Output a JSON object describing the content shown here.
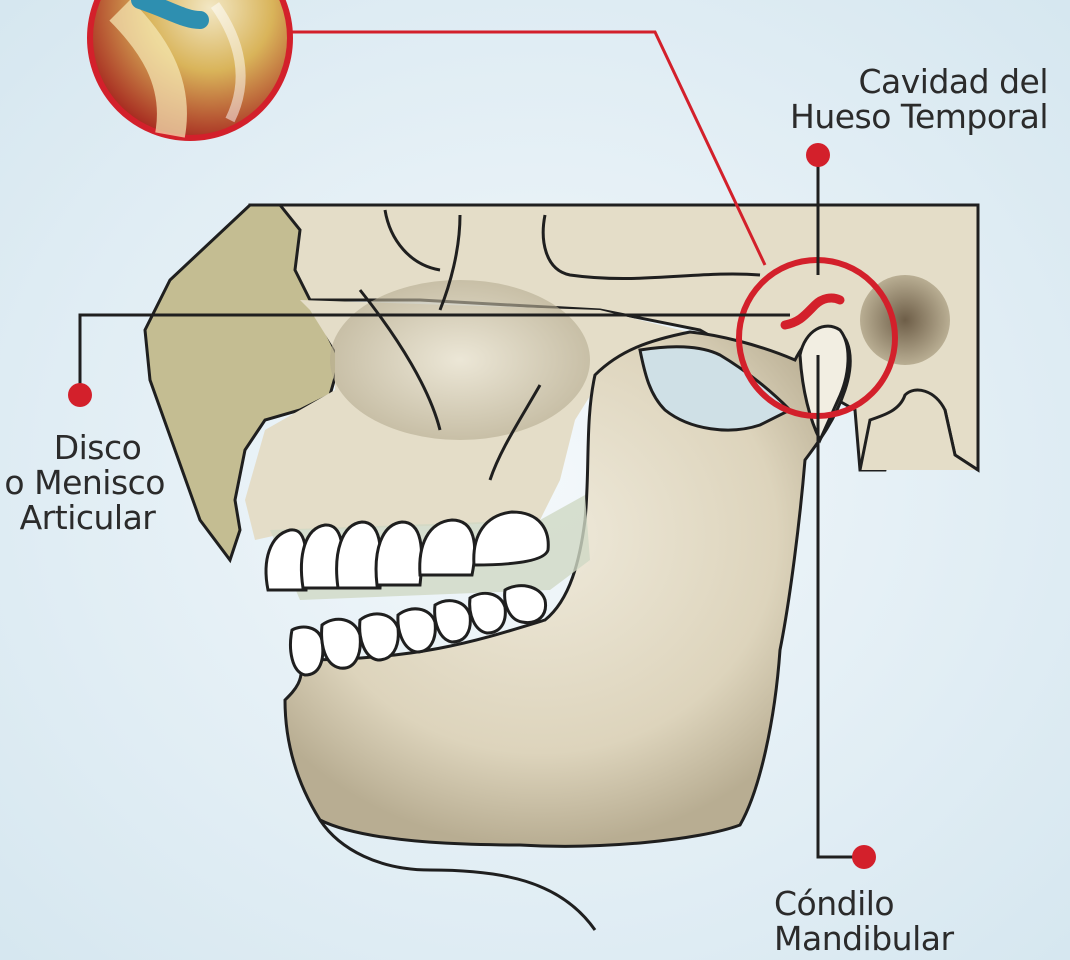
{
  "labels": {
    "temporal": {
      "line1": "Cavidad del",
      "line2": "Hueso Temporal"
    },
    "disco": {
      "line1": "Disco",
      "line2": "o Menisco",
      "line3": "Articular"
    },
    "condilo": {
      "line1": "Cóndilo",
      "line2": "Mandibular"
    }
  },
  "colors": {
    "background": "#dcebf3",
    "bone": "#e4ddc8",
    "bone_shadow": "#a89e84",
    "nasal": "#c4bd92",
    "gum": "#cfd8c4",
    "outline": "#1f1f1f",
    "accent_red": "#d3202b",
    "tooth": "#ffffff"
  }
}
